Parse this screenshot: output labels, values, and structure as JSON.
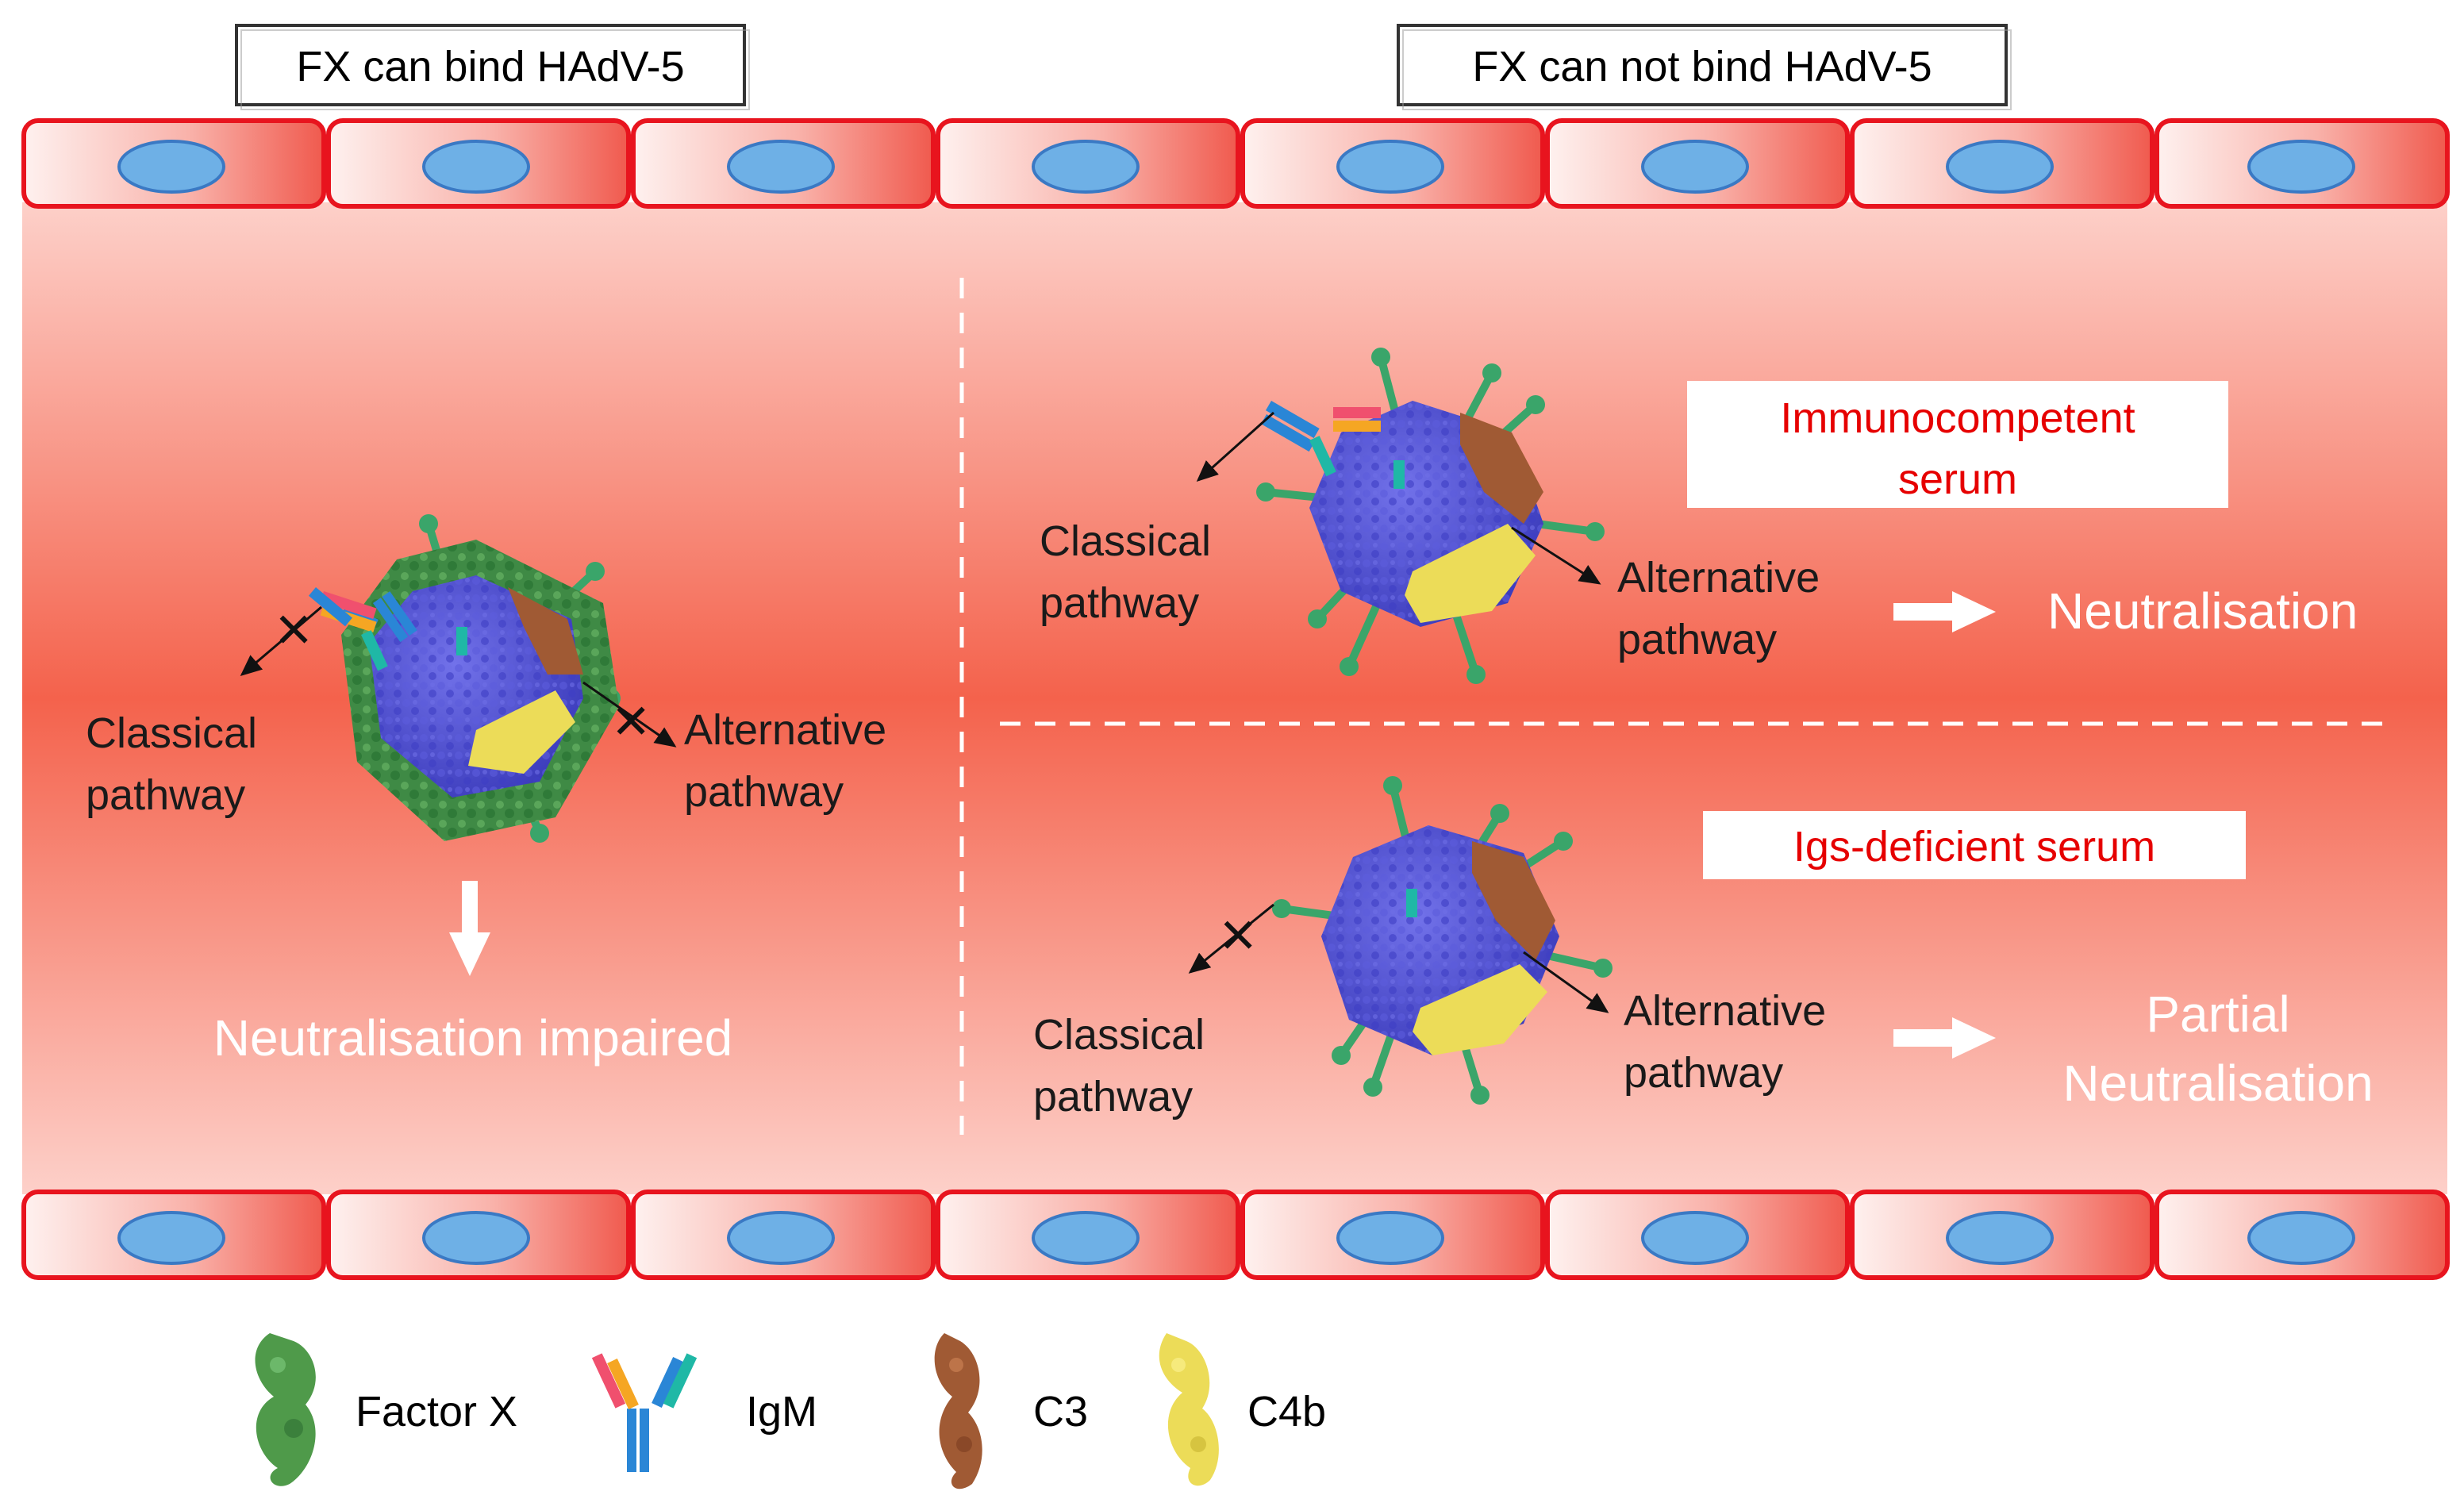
{
  "headers": {
    "left": "FX can bind HAdV-5",
    "right": "FX can not bind HAdV-5"
  },
  "left_panel": {
    "classical": [
      "Classical",
      "pathway"
    ],
    "alternative": [
      "Alternative",
      "pathway"
    ],
    "outcome": "Neutralisation impaired"
  },
  "top_right": {
    "serum": [
      "Immunocompetent",
      "serum"
    ],
    "classical": [
      "Classical",
      "pathway"
    ],
    "alternative": [
      "Alternative",
      "pathway"
    ],
    "outcome": "Neutralisation"
  },
  "bottom_right": {
    "serum": "Igs-deficient serum",
    "classical": [
      "Classical",
      "pathway"
    ],
    "alternative": [
      "Alternative",
      "pathway"
    ],
    "outcome": [
      "Partial",
      "Neutralisation"
    ]
  },
  "legend": [
    {
      "label": "Factor X",
      "icon": "factor-x-icon",
      "color": "#4f9a4a"
    },
    {
      "label": "IgM",
      "icon": "igm-icon",
      "color": "#2a86d6"
    },
    {
      "label": "C3",
      "icon": "c3-icon",
      "color": "#a05a34"
    },
    {
      "label": "C4b",
      "icon": "c4b-icon",
      "color": "#ecdc58"
    }
  ],
  "colors": {
    "vessel_light": "#fde3e0",
    "vessel_mid": "#f4624c",
    "cell_border": "#e8141e",
    "nucleus": "#6eb0e6",
    "capsid": "#4a4ad0",
    "fiber": "#3aa56a"
  }
}
